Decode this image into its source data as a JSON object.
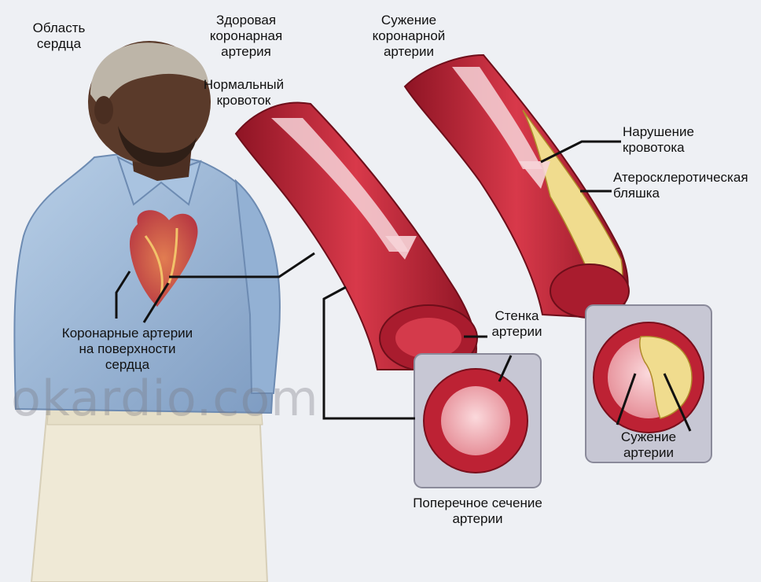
{
  "labels": {
    "heart_area": "Область\nсердца",
    "healthy_artery": "Здоровая\nкоронарная\nартерия",
    "normal_flow": "Нормальный\nкровоток",
    "narrowing_coronary": "Сужение\nкоронарной\nартерии",
    "flow_disruption": "Нарушение\nкровотока",
    "plaque": "Атеросклеротическая\nбляшка",
    "coronary_on_surface": "Коронарные артерии\nна поверхности\nсердца",
    "artery_wall": "Стенка\nартерии",
    "cross_section": "Поперечное сечение\nартерии",
    "artery_narrowing": "Сужение\nартерии"
  },
  "watermark": "okardio.com",
  "colors": {
    "artery_red": "#c0283a",
    "artery_dark": "#8e1424",
    "lumen_pink": "#f3b6bd",
    "plaque_yellow": "#f0dc8e",
    "shirt_blue": "#9cb8d8",
    "skin": "#5a3a2a",
    "pants": "#efe9d6"
  }
}
